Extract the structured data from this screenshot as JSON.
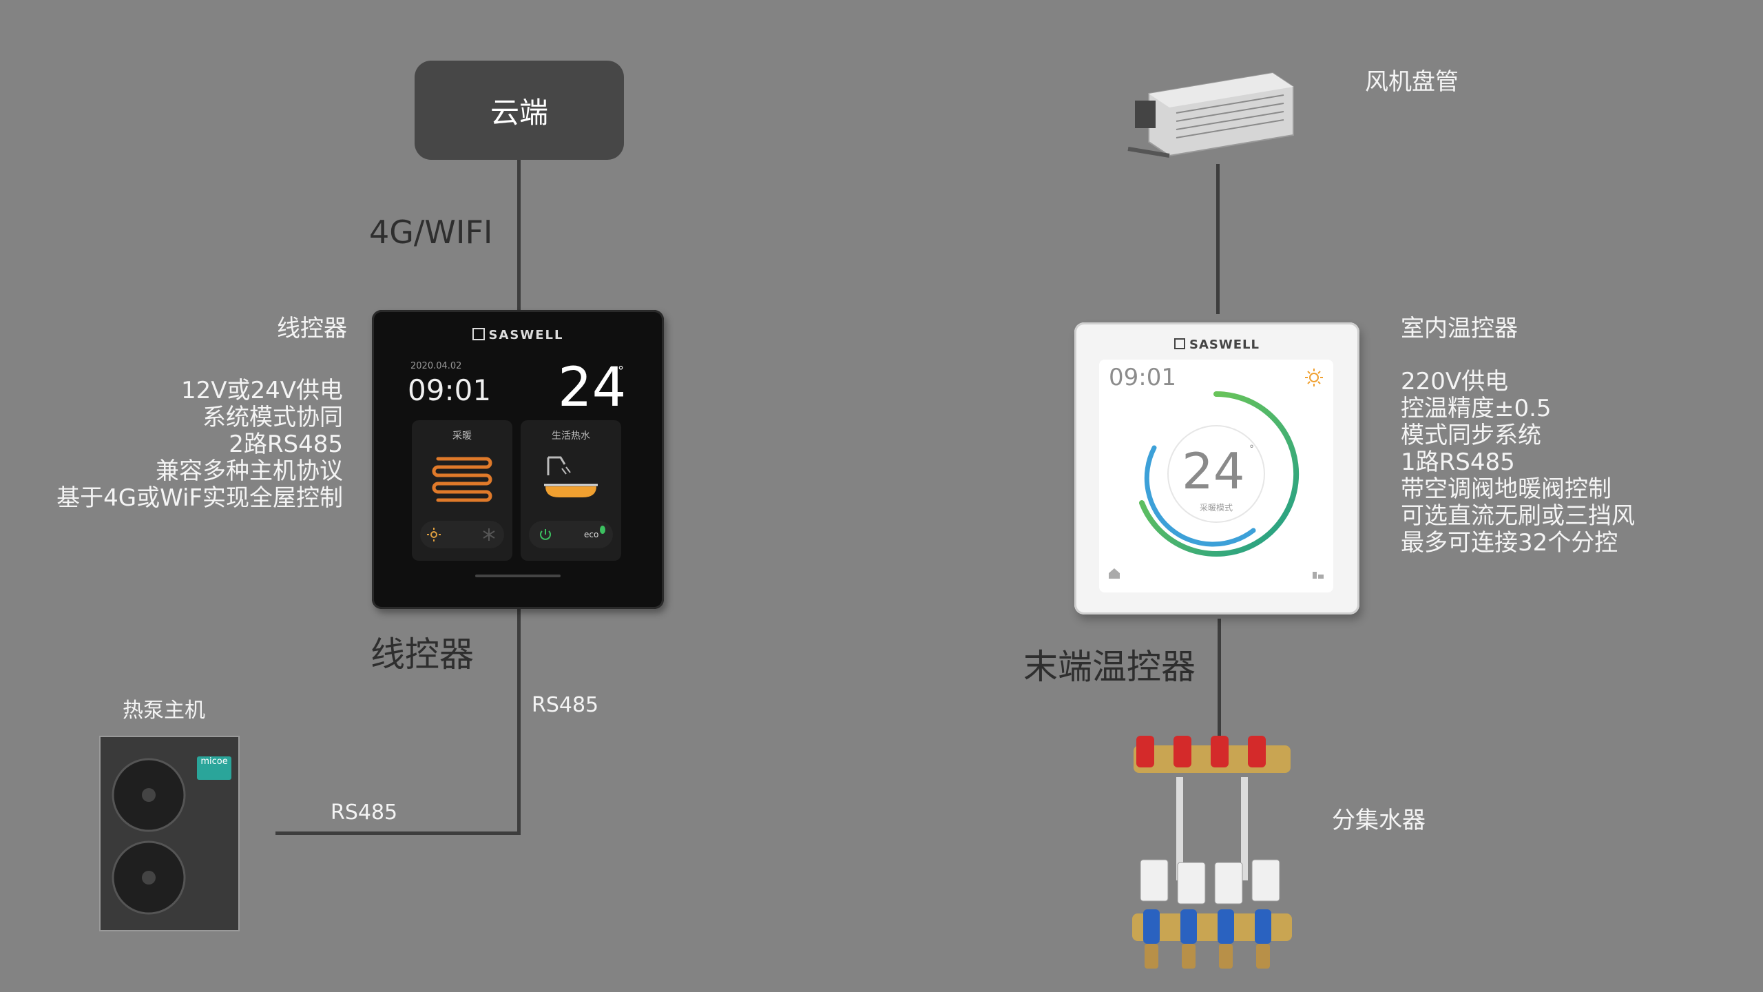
{
  "cloud": {
    "label": "云端"
  },
  "links": {
    "wifi_label": "4G/WIFI",
    "rs485_vertical_label": "RS485",
    "rs485_horizontal_label": "RS485"
  },
  "line_controller": {
    "side_title": "线控器",
    "specs": [
      "12V或24V供电",
      "系统模式协同",
      "2路RS485",
      "兼容多种主机协议",
      "基于4G或WiF实现全屋控制"
    ],
    "caption": "线控器",
    "screen": {
      "brand": "SASWELL",
      "date": "2020.04.02",
      "time": "09:01",
      "temperature": "24",
      "degree": "°",
      "card_left_title": "采暖",
      "card_right_title": "生活热水",
      "eco_label": "eco"
    }
  },
  "heat_pump": {
    "label": "热泵主机",
    "logo_text": "micoe"
  },
  "fan_coil": {
    "label": "风机盘管"
  },
  "room_thermostat": {
    "side_title": "室内温控器",
    "specs": [
      "220V供电",
      "控温精度±0.5",
      "模式同步系统",
      "1路RS485",
      "带空调阀地暖阀控制",
      "可选直流无刷或三挡风",
      "最多可连接32个分控"
    ],
    "caption": "末端温控器",
    "screen": {
      "brand": "SASWELL",
      "time": "09:01",
      "temperature": "24",
      "degree": "°",
      "mode_label": "采暖模式"
    }
  },
  "manifold": {
    "label": "分集水器"
  },
  "colors": {
    "background": "#838383",
    "line": "#3d3d3d",
    "cloud_box": "#474747",
    "ring_green": "#4cb86a",
    "ring_blue": "#3ca0d8",
    "sun_orange": "#f0a030",
    "heating_orange": "#e07a2a"
  }
}
